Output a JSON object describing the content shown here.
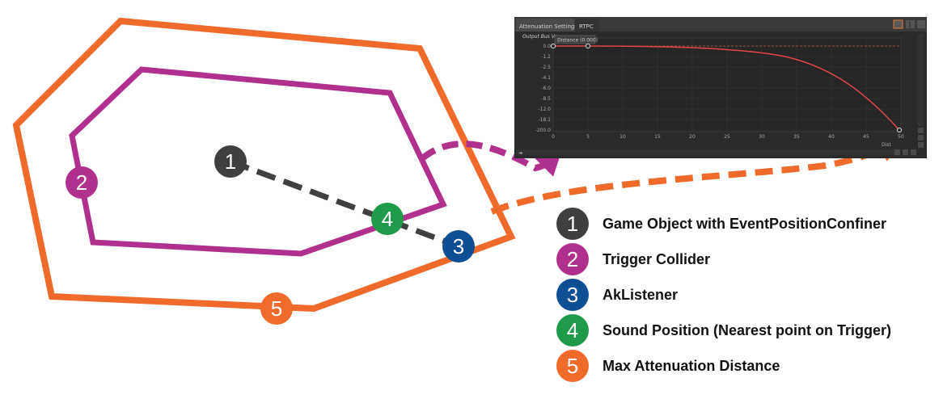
{
  "colors": {
    "game_object": "#3f3f3f",
    "trigger": "#b0308e",
    "listener": "#0e4f94",
    "sound_position": "#1f9a4b",
    "max_attenuation": "#ef6a2b",
    "dashed_line": "#404040",
    "panel_bg": "#2b2b2b",
    "curve": "#e04848"
  },
  "markers": [
    {
      "id": "1",
      "color": "#3f3f3f"
    },
    {
      "id": "2",
      "color": "#b0308e"
    },
    {
      "id": "3",
      "color": "#0e4f94"
    },
    {
      "id": "4",
      "color": "#1f9a4b"
    },
    {
      "id": "5",
      "color": "#ef6a2b"
    }
  ],
  "legend": [
    {
      "number": "1",
      "label": "Game Object with EventPositionConfiner",
      "color": "#3f3f3f"
    },
    {
      "number": "2",
      "label": "Trigger Collider",
      "color": "#b0308e"
    },
    {
      "number": "3",
      "label": "AkListener",
      "color": "#0e4f94"
    },
    {
      "number": "4",
      "label": "Sound Position (Nearest point on Trigger)",
      "color": "#1f9a4b"
    },
    {
      "number": "5",
      "label": "Max Attenuation Distance",
      "color": "#ef6a2b"
    }
  ],
  "panel": {
    "tabs": [
      "Attenuation Settings",
      "RTPC"
    ],
    "series_label": "Output Bus Vo",
    "tooltip": "Distance (0.000)",
    "y_ticks": [
      "0.0",
      "-1.2",
      "-2.5",
      "-4.1",
      "-6.0",
      "-8.5",
      "-12.0",
      "-18.1",
      "-200.0"
    ],
    "x_ticks": [
      "0",
      "5",
      "10",
      "15",
      "20",
      "25",
      "30",
      "35",
      "40",
      "45",
      "50"
    ],
    "x_axis_label": "Dist"
  }
}
